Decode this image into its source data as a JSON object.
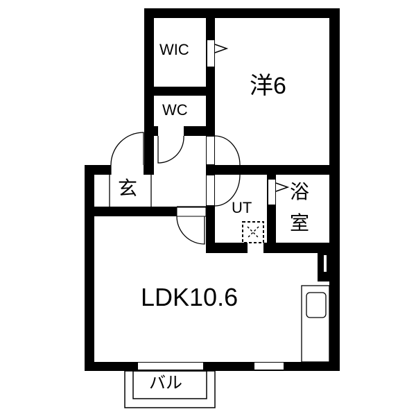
{
  "floorplan": {
    "rooms": {
      "wic": {
        "label": "WIC"
      },
      "western_room": {
        "label": "洋6"
      },
      "wc": {
        "label": "WC"
      },
      "entrance": {
        "label": "玄"
      },
      "utility": {
        "label": "UT"
      },
      "bathroom": {
        "label_line1": "浴",
        "label_line2": "室"
      },
      "ldk": {
        "label": "LDK10.6"
      },
      "balcony": {
        "label": "バル"
      }
    },
    "colors": {
      "wall": "#000000",
      "background": "#ffffff"
    }
  }
}
